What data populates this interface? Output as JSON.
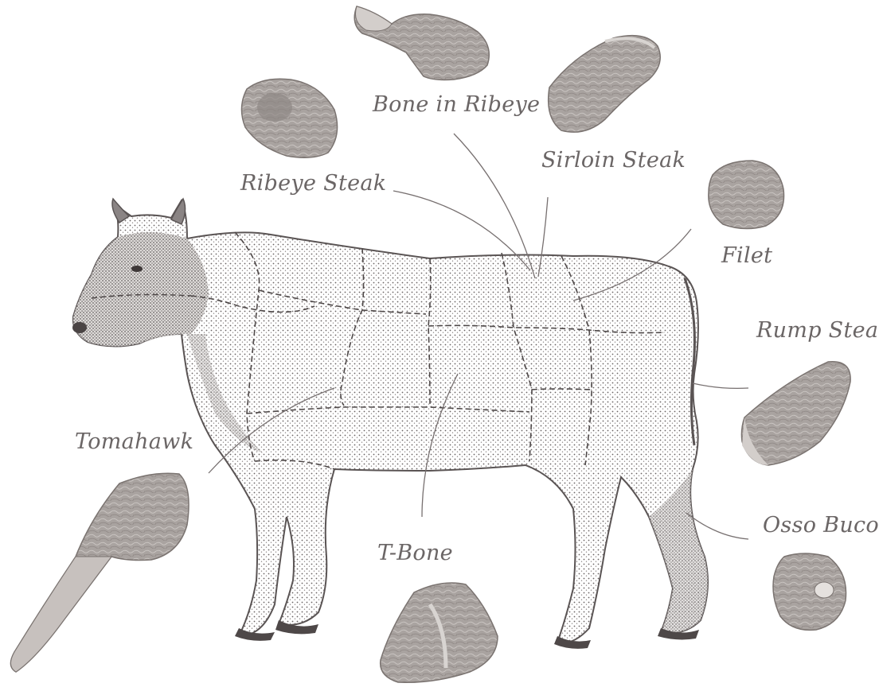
{
  "diagram": {
    "cuts": [
      {
        "id": "bone-in-ribeye",
        "label": "Bone in Ribeye"
      },
      {
        "id": "sirloin-steak",
        "label": "Sirloin Steak"
      },
      {
        "id": "ribeye-steak",
        "label": "Ribeye Steak"
      },
      {
        "id": "filet",
        "label": "Filet"
      },
      {
        "id": "rump-steak",
        "label": "Rump Steak"
      },
      {
        "id": "tomahawk",
        "label": "Tomahawk"
      },
      {
        "id": "t-bone",
        "label": "T-Bone"
      },
      {
        "id": "osso-buco",
        "label": "Osso Buco"
      }
    ]
  },
  "colors": {
    "label": "#6b6666",
    "ink": "#5a5454",
    "meat": "#b8b2ae",
    "meat_dark": "#8f8884",
    "leader": "#777070"
  }
}
